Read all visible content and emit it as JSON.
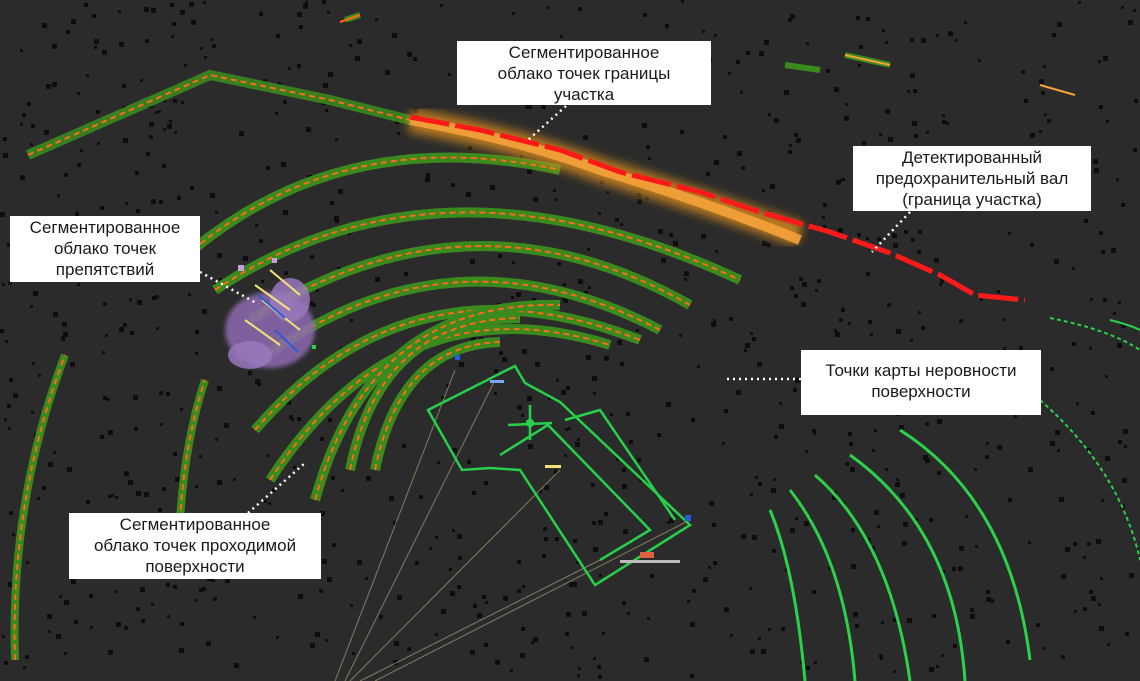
{
  "callouts": {
    "boundary_cloud": [
      "Сегментированное",
      "облако точек границы",
      "участка"
    ],
    "berm": [
      "Детектированный",
      "предохранительный вал",
      "(граница участка)"
    ],
    "obstacle_cloud": [
      "Сегментированное",
      "облако точек",
      "препятствий"
    ],
    "roughness_points": [
      "Точки карты неровности",
      "поверхности"
    ],
    "passable_cloud": [
      "Сегментированное",
      "облако точек проходимой",
      "поверхности"
    ]
  },
  "colors": {
    "background": "#2b2b2b",
    "passable_green": "#3a8a1e",
    "scan_orange": "#ff6a1a",
    "boundary_orange": "#f5a23a",
    "berm_red": "#ff1a1a",
    "obstacle_purple": "#8e6bb0",
    "vehicle_green": "#27d04a",
    "callout_bg": "#ffffff"
  }
}
